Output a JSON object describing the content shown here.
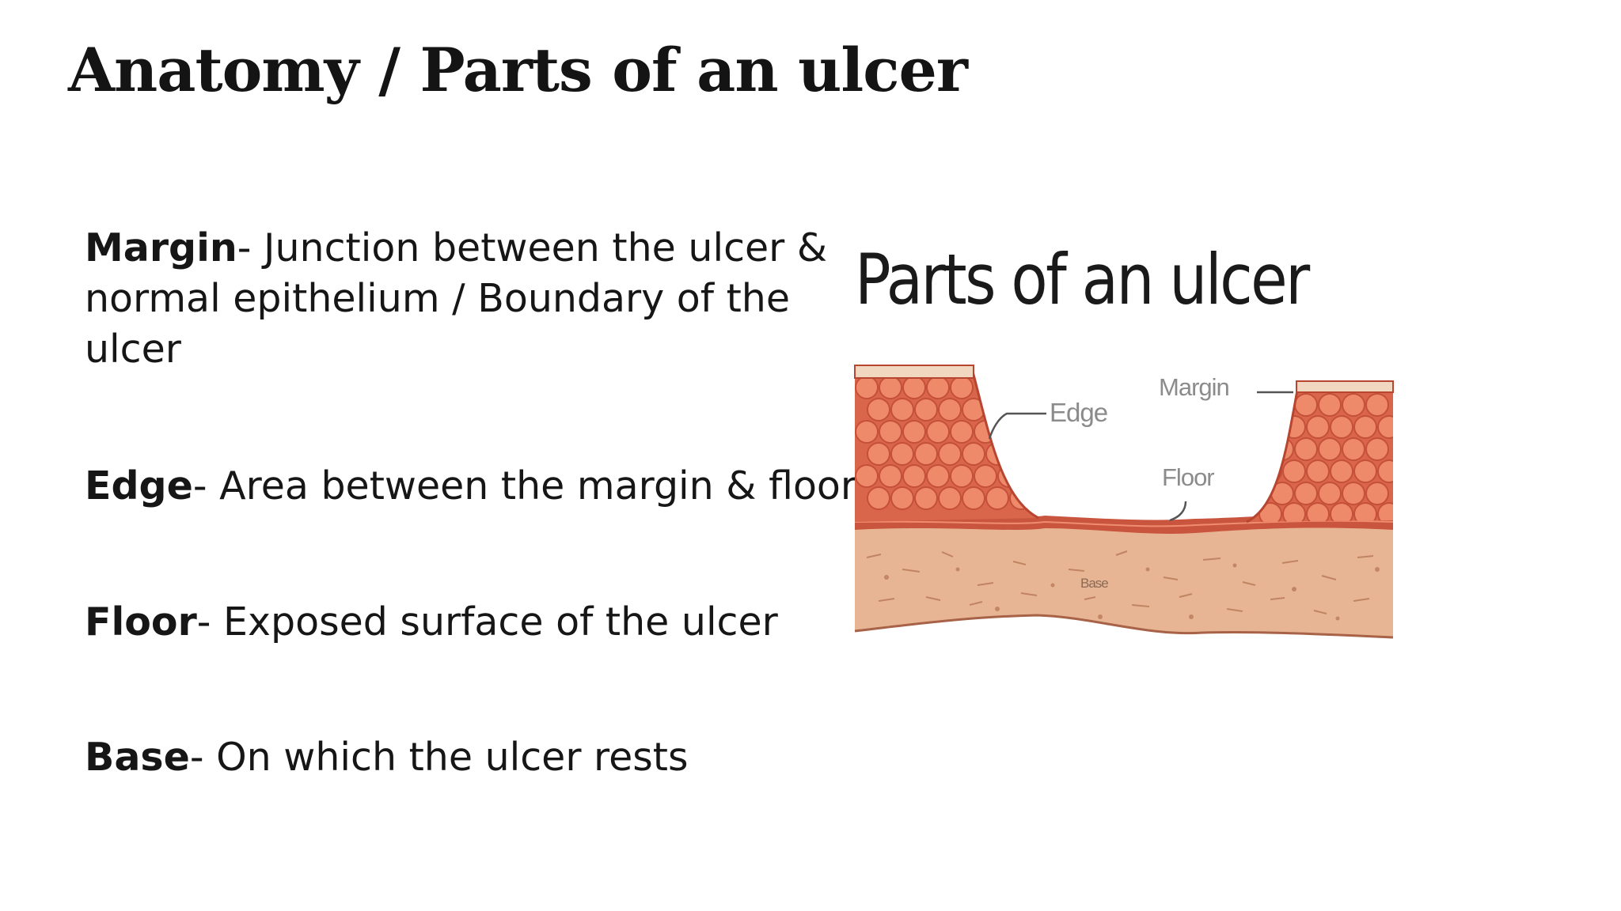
{
  "slide": {
    "title": "Anatomy / Parts of an ulcer"
  },
  "definitions": [
    {
      "term": "Margin",
      "text": "- Junction between the ulcer & normal epithelium / Boundary of the ulcer"
    },
    {
      "term": "Edge",
      "text": "- Area between the margin & floor"
    },
    {
      "term": "Floor",
      "text": "- Exposed surface of the ulcer"
    },
    {
      "term": "Base",
      "text": "- On which the ulcer rests"
    }
  ],
  "figure": {
    "title": "Parts of an ulcer",
    "labels": {
      "margin": "Margin",
      "edge": "Edge",
      "floor": "Floor",
      "base": "Base"
    },
    "colors": {
      "epithelium": "#f1d7bf",
      "tissue": "#d9664a",
      "cells": "#ee8a6a",
      "floor_layer": "#c9553e",
      "base": "#e8b594",
      "leader": "#555555"
    }
  }
}
